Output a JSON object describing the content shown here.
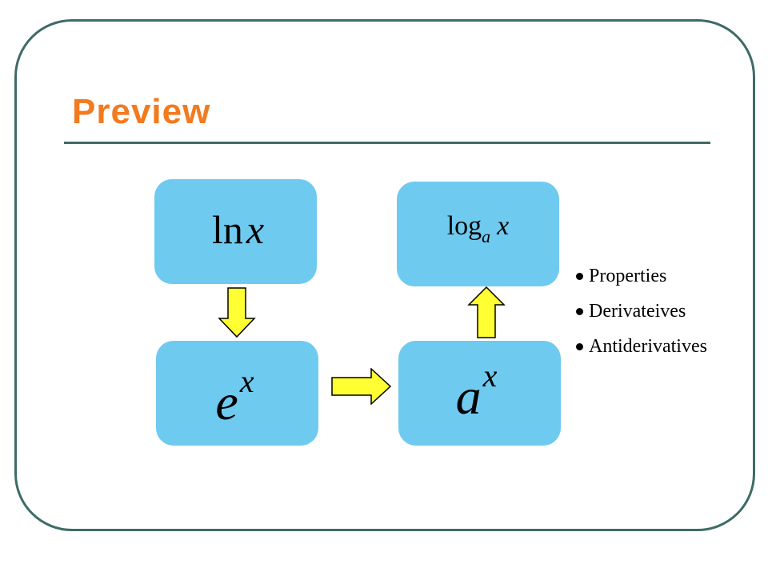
{
  "slide": {
    "title": "Preview"
  },
  "boxes": {
    "ln": {
      "fn": "ln",
      "var": "x"
    },
    "log": {
      "fn": "log",
      "base": "a",
      "var": "x"
    },
    "exp_e": {
      "base": "e",
      "exponent": "x"
    },
    "exp_a": {
      "base": "a",
      "exponent": "x"
    }
  },
  "bullets": [
    {
      "label": "Properties"
    },
    {
      "label": "Derivateives"
    },
    {
      "label": "Antiderivatives"
    }
  ],
  "colors": {
    "title": "#f27a1f",
    "frame": "#3f6b66",
    "box": "#6fcaf0",
    "arrow_fill": "#ffff33",
    "arrow_stroke": "#000000"
  },
  "icons": {
    "arrow_down": "arrow-down-icon",
    "arrow_right": "arrow-right-icon",
    "arrow_up": "arrow-up-icon"
  }
}
